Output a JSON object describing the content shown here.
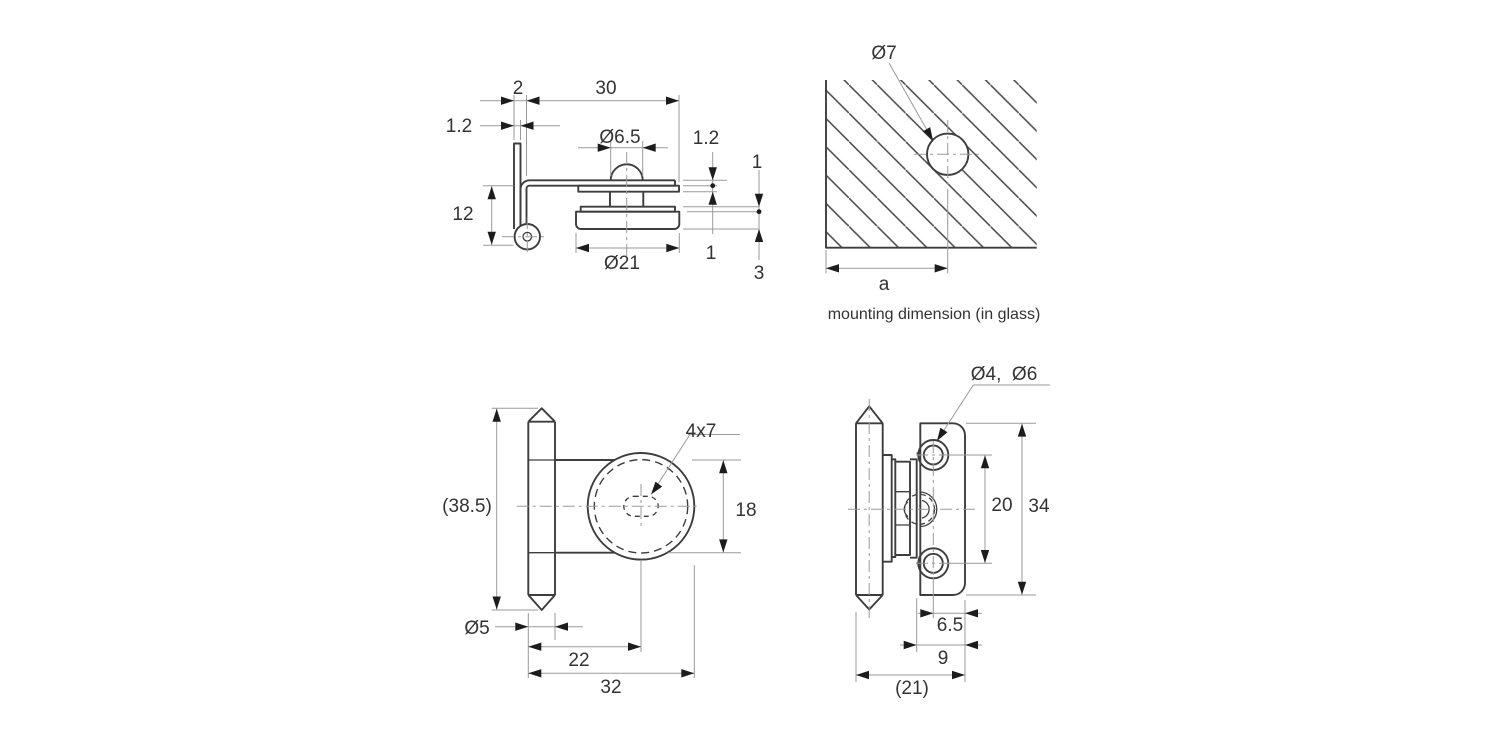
{
  "drawing_type": "technical drawing - glass door hinge, 4 orthographic views",
  "colors": {
    "background": "#ffffff",
    "part_line": "#3d3d3d",
    "dim_line": "#9a9a9a",
    "arrow": "#1c1c1c",
    "text": "#333333"
  },
  "views": {
    "side": {
      "name": "side profile view (top left)",
      "dims": {
        "two": "2",
        "thirty": "30",
        "one_two_left": "1.2",
        "dia_6_5": "Ø6.5",
        "one_two_right": "1.2",
        "one_top": "1",
        "twelve": "12",
        "dia_21": "Ø21",
        "one_bottom": "1",
        "three": "3"
      }
    },
    "glass": {
      "name": "glass panel mounting view (top right)",
      "dims": {
        "dia_7": "Ø7",
        "a": "a"
      },
      "caption": "mounting dimension (in glass)"
    },
    "front": {
      "name": "front view (bottom left)",
      "dims": {
        "overall_height": "(38.5)",
        "slot": "4x7",
        "eighteen": "18",
        "dia_5": "Ø5",
        "twenty_two": "22",
        "thirty_two": "32"
      }
    },
    "plate": {
      "name": "plate side view (bottom right)",
      "dims": {
        "holes": "Ø4,  Ø6",
        "twenty": "20",
        "thirty_four": "34",
        "six_five": "6.5",
        "nine": "9",
        "twenty_one": "(21)"
      }
    }
  }
}
